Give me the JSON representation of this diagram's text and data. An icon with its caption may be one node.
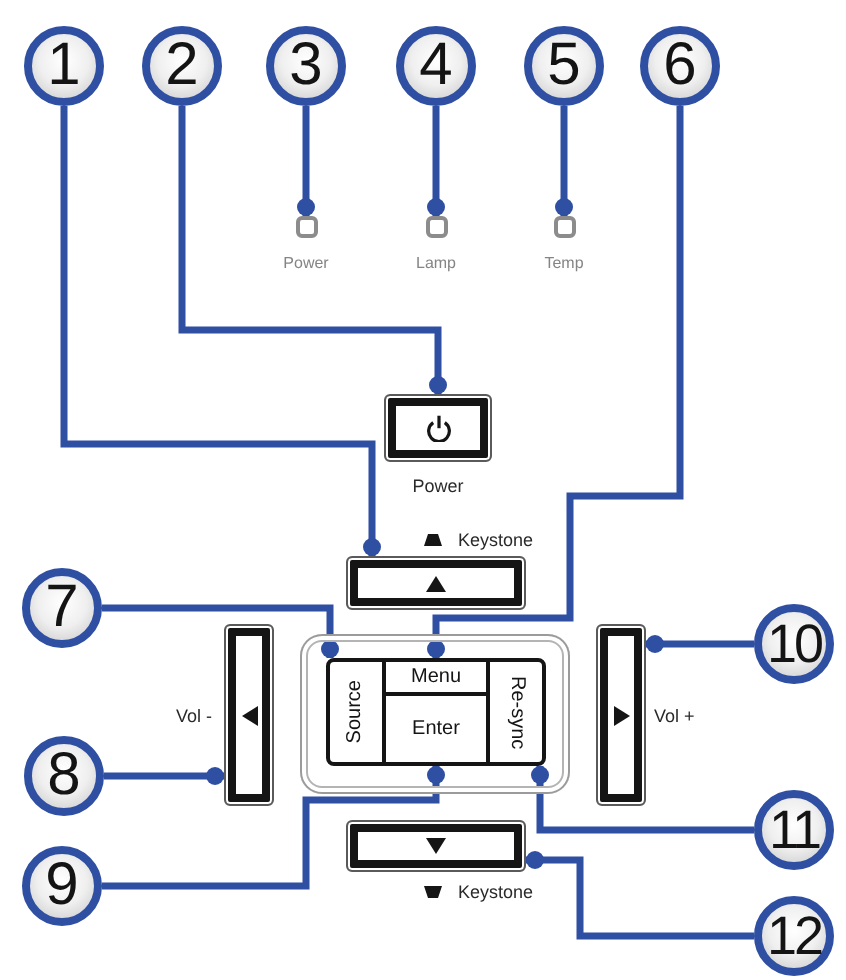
{
  "diagram": {
    "nodes": [
      {
        "text": [
          "1"
        ]
      },
      {
        "text": [
          "2"
        ]
      },
      {
        "text": [
          "3"
        ]
      },
      {
        "text": [
          "4"
        ]
      },
      {
        "text": [
          "5"
        ]
      },
      {
        "text": [
          "6"
        ]
      },
      {
        "text": [
          "7"
        ]
      },
      {
        "text": [
          "8"
        ]
      },
      {
        "text": [
          "9"
        ]
      },
      {
        "text": [
          "10"
        ]
      },
      {
        "text": [
          "11"
        ]
      },
      {
        "text": [
          "12"
        ]
      },
      {
        "text": [],
        "shape": "box",
        "beside": [
          "Power"
        ]
      },
      {
        "text": [],
        "shape": "box",
        "beside": [
          "Lamp"
        ]
      },
      {
        "text": [],
        "shape": "box",
        "beside": [
          "Temp"
        ]
      },
      {
        "text": [],
        "shape": "box",
        "beside": [
          "Power"
        ]
      },
      {
        "text": [],
        "shape": "box",
        "beside": [
          "Keystone"
        ]
      },
      {
        "text": [],
        "shape": "box",
        "beside": [
          "Vol -"
        ]
      },
      {
        "text": [],
        "shape": "box"
      },
      {
        "text": [
          "Source"
        ],
        "in": 18
      },
      {
        "text": [
          "Menu"
        ],
        "in": 18
      },
      {
        "text": [
          "Enter"
        ],
        "in": 18
      },
      {
        "text": [
          "Re-sync"
        ],
        "in": 18
      },
      {
        "text": [],
        "shape": "box",
        "beside": [
          "Vol +"
        ]
      },
      {
        "text": [],
        "shape": "box",
        "beside": [
          "Keystone"
        ]
      }
    ],
    "edges": [
      {
        "from": 0,
        "to": 16,
        "arrow": "other"
      },
      {
        "from": 1,
        "to": 15,
        "arrow": "other"
      },
      {
        "from": 2,
        "to": 12,
        "arrow": "other"
      },
      {
        "from": 3,
        "to": 13,
        "arrow": "other"
      },
      {
        "from": 4,
        "to": 14,
        "arrow": "other"
      },
      {
        "from": 5,
        "to": 20,
        "arrow": "other"
      },
      {
        "from": 6,
        "to": 19,
        "arrow": "other"
      },
      {
        "from": 7,
        "to": 17,
        "arrow": "other"
      },
      {
        "from": 8,
        "to": 21,
        "arrow": "other"
      },
      {
        "from": 9,
        "to": 23,
        "arrow": "other"
      },
      {
        "from": 10,
        "to": 22,
        "arrow": "other"
      },
      {
        "from": 11,
        "to": 24,
        "arrow": "other"
      }
    ]
  }
}
